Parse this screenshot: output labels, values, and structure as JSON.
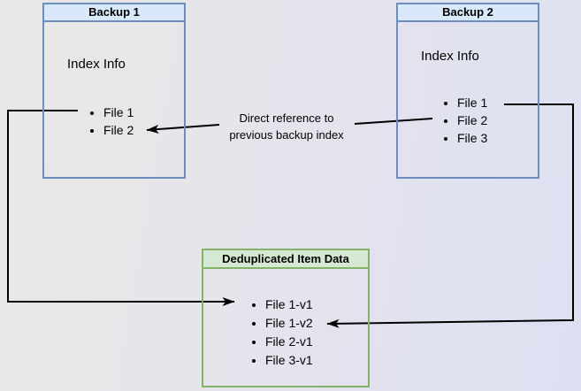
{
  "colors": {
    "bg-left": "#eae8e6",
    "bg-right": "#dee0f2",
    "blue-border": "#6c8ebf",
    "blue-fill": "#dae8fc",
    "green-border": "#82b366",
    "green-fill": "#d5e8d4",
    "arrow": "#000000",
    "text": "#000000"
  },
  "backup1": {
    "title": "Backup 1",
    "index_label": "Index Info",
    "items": [
      "File 1",
      "File 2"
    ]
  },
  "backup2": {
    "title": "Backup 2",
    "index_label": "Index Info",
    "items": [
      "File 1",
      "File 2",
      "File 3"
    ]
  },
  "dedup": {
    "title": "Deduplicated Item Data",
    "items": [
      "File 1-v1",
      "File 1-v2",
      "File 2-v1",
      "File 3-v1"
    ]
  },
  "annotation": {
    "line1": "Direct reference to",
    "line2": "previous backup index"
  }
}
